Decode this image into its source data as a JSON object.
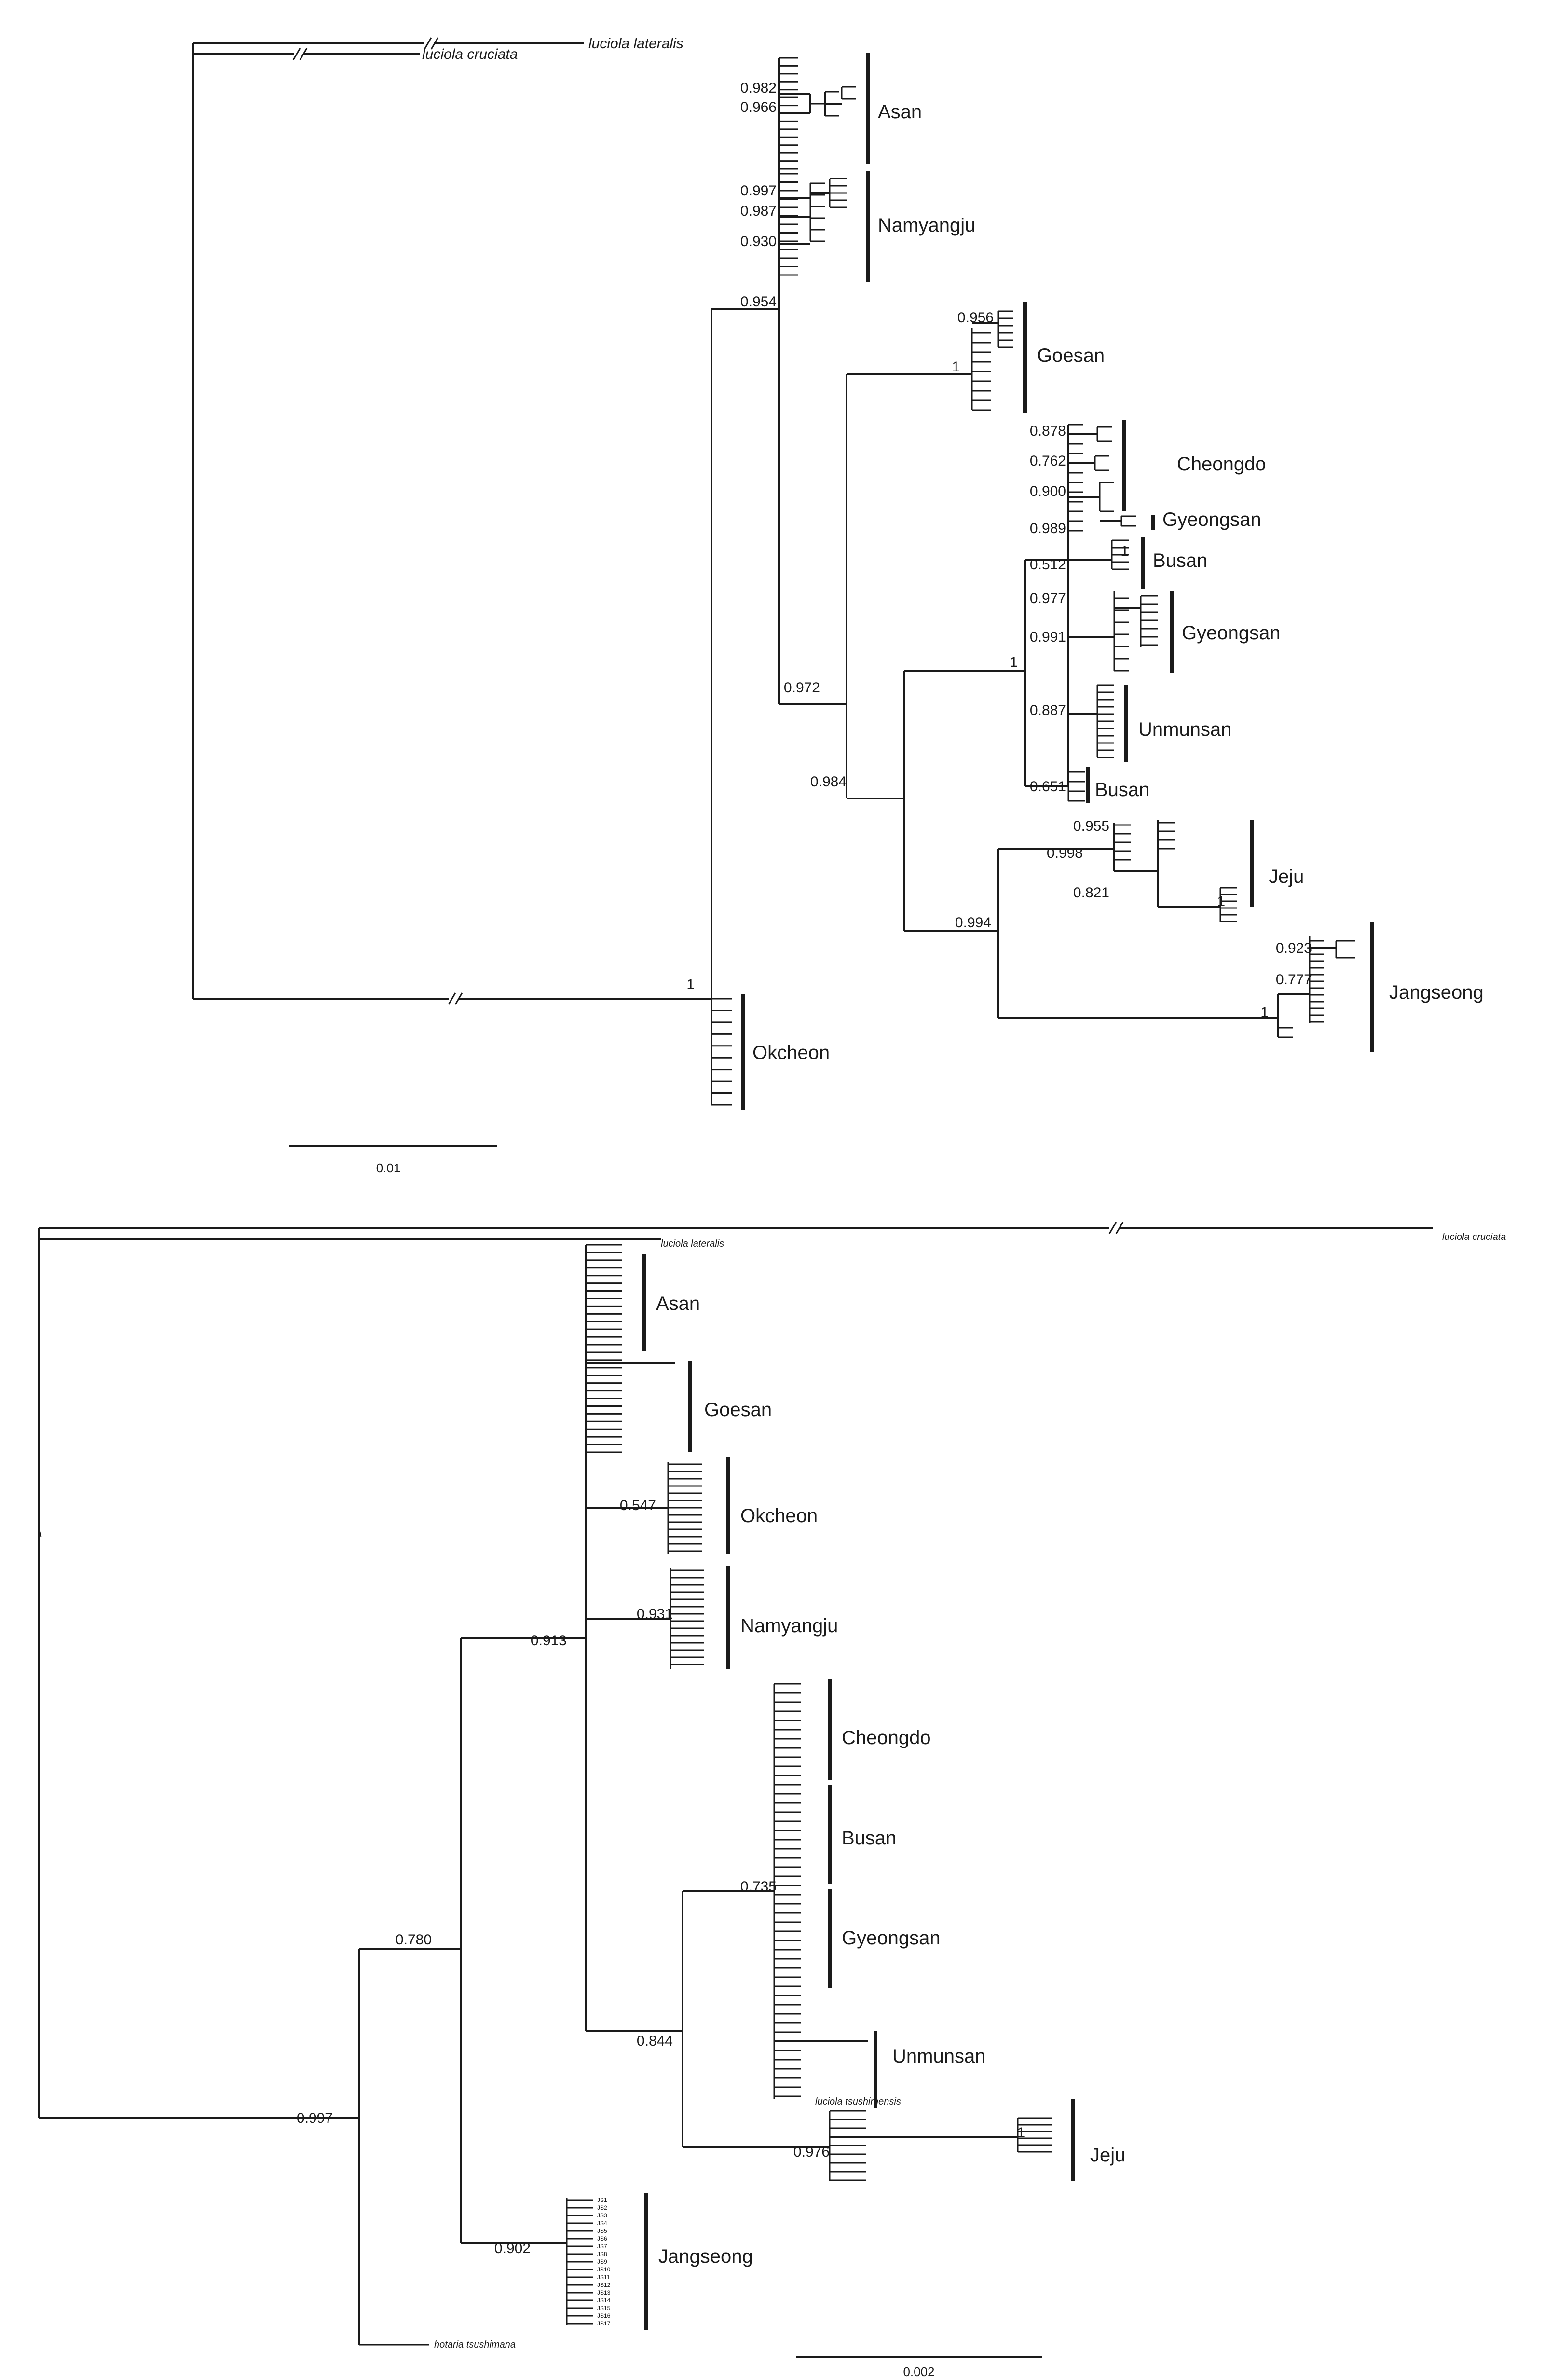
{
  "panel_a": {
    "outgroups": {
      "lateralis": "luciola lateralis",
      "cruciata": "luciola cruciata"
    },
    "scale_label": "0.01",
    "populations": {
      "asan": "Asan",
      "namyangju": "Namyangju",
      "goesan": "Goesan",
      "cheongdo": "Cheongdo",
      "gyeongsan_single": "Gyeongsan",
      "busan_1": "Busan",
      "gyeongsan": "Gyeongsan",
      "unmunsan": "Unmunsan",
      "busan_2": "Busan",
      "jeju": "Jeju",
      "jangseong": "Jangseong",
      "okcheon": "Okcheon"
    },
    "support": {
      "asan_1": "0.982",
      "asan_2": "0.966",
      "nam_1": "0.997",
      "nam_2": "0.987",
      "nam_3": "0.930",
      "core": "0.954",
      "goesan_in": "0.956",
      "goesan": "1",
      "cheongdo_1": "0.878",
      "cheongdo_2": "0.762",
      "cheongdo_3": "0.900",
      "gyeong_single": "0.989",
      "busan_tip": "1",
      "busan_node": "0.512",
      "gyeong_1": "0.977",
      "gyeong_2": "0.991",
      "unmun": "0.887",
      "southeast": "1",
      "busan2": "0.651",
      "south": "0.972",
      "sw": "0.984",
      "jeju_1": "0.955",
      "jeju_2": "0.998",
      "jeju_3": "0.821",
      "jeju_tip": "1",
      "jejujang": "0.994",
      "jang_1": "0.923",
      "jang_2": "0.777",
      "jang_3": "1",
      "root": "1"
    }
  },
  "panel_b": {
    "outgroups": {
      "lateralis": "luciola lateralis",
      "cruciata": "luciola cruciata",
      "inner": "luciola tsushimensis",
      "basal": "hotaria tsushimana"
    },
    "scale_label": "0.002",
    "populations": {
      "asan": "Asan",
      "goesan": "Goesan",
      "okcheon": "Okcheon",
      "namyangju": "Namyangju",
      "cheongdo": "Cheongdo",
      "busan": "Busan",
      "gyeongsan": "Gyeongsan",
      "unmunsan": "Unmunsan",
      "jeju": "Jeju",
      "jangseong": "Jangseong"
    },
    "support": {
      "okcheon": "0.547",
      "namyangju": "0.931",
      "north": "0.913",
      "southeast": "0.735",
      "south": "0.844",
      "jeju": "0.976",
      "jeju_tip": "1",
      "core": "0.780",
      "jangseong": "0.902",
      "root": "0.997"
    },
    "jangseong_tips": [
      "JS1",
      "JS2",
      "JS3",
      "JS4",
      "JS5",
      "JS6",
      "JS7",
      "JS8",
      "JS9",
      "JS10",
      "JS11",
      "JS12",
      "JS13",
      "JS14",
      "JS15",
      "JS16",
      "JS17"
    ]
  }
}
